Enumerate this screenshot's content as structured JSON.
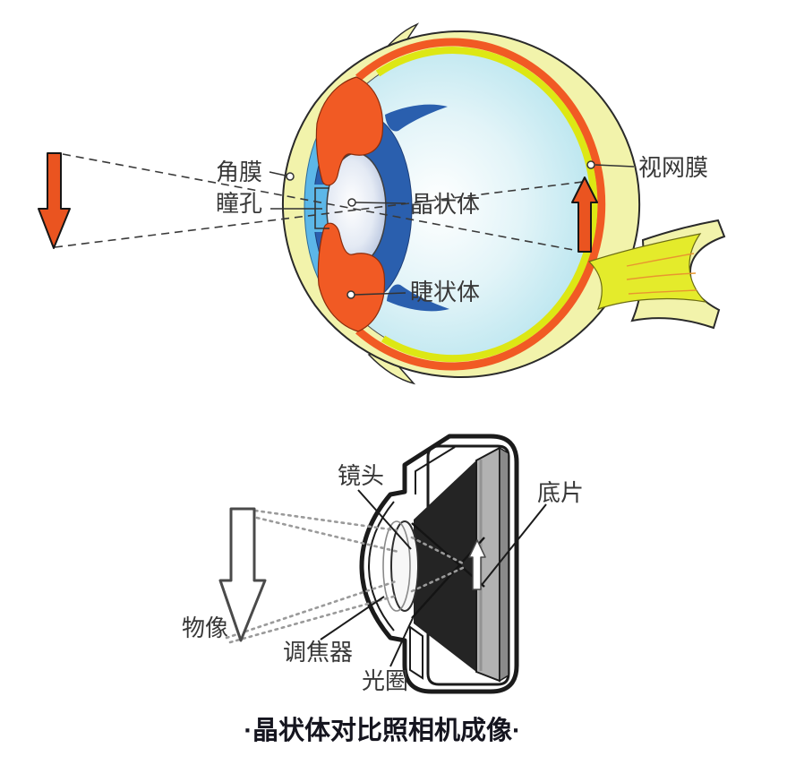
{
  "figure": {
    "caption": "·晶状体对比照相机成像·"
  },
  "eye": {
    "labels": {
      "cornea": "角膜",
      "pupil": "瞳孔",
      "lens": "晶状体",
      "ciliary_body": "睫状体",
      "retina": "视网膜"
    },
    "colors": {
      "sclera": "#f2f3ab",
      "choroid": "#f15a24",
      "retina_layer": "#dde714",
      "vitreous": "#b4e3ee",
      "anterior_chamber": "#5cb7e8",
      "ciliary_ring": "#2a5fae",
      "optic_nerve_core": "#e4eb2b",
      "arrow": "#ea5420"
    }
  },
  "camera": {
    "labels": {
      "lens": "镜头",
      "film": "底片",
      "object_image": "物像",
      "focuser": "调焦器",
      "aperture": "光圈"
    },
    "colors": {
      "outline": "#1b1b1b",
      "chamber": "#242424",
      "film_front": "#b2b2b2",
      "film_side": "#8a8a8a",
      "dotted_ray": "#9a9a9a"
    }
  }
}
